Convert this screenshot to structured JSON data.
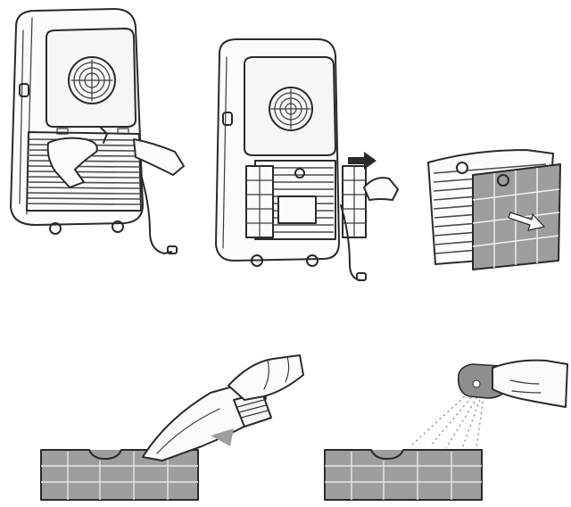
{
  "steps": [
    {
      "id": "step-1",
      "icon": "air-conditioner-grab-filter-icon"
    },
    {
      "id": "step-2",
      "icon": "air-conditioner-remove-filter-icon"
    },
    {
      "id": "step-3",
      "icon": "separate-filter-layers-icon"
    },
    {
      "id": "step-4",
      "icon": "vacuum-clean-filter-icon"
    },
    {
      "id": "step-5",
      "icon": "spray-wash-filter-icon"
    }
  ],
  "colors": {
    "ink": "#2a2a2a",
    "mesh": "#9e9e9e",
    "background": "#ffffff"
  }
}
